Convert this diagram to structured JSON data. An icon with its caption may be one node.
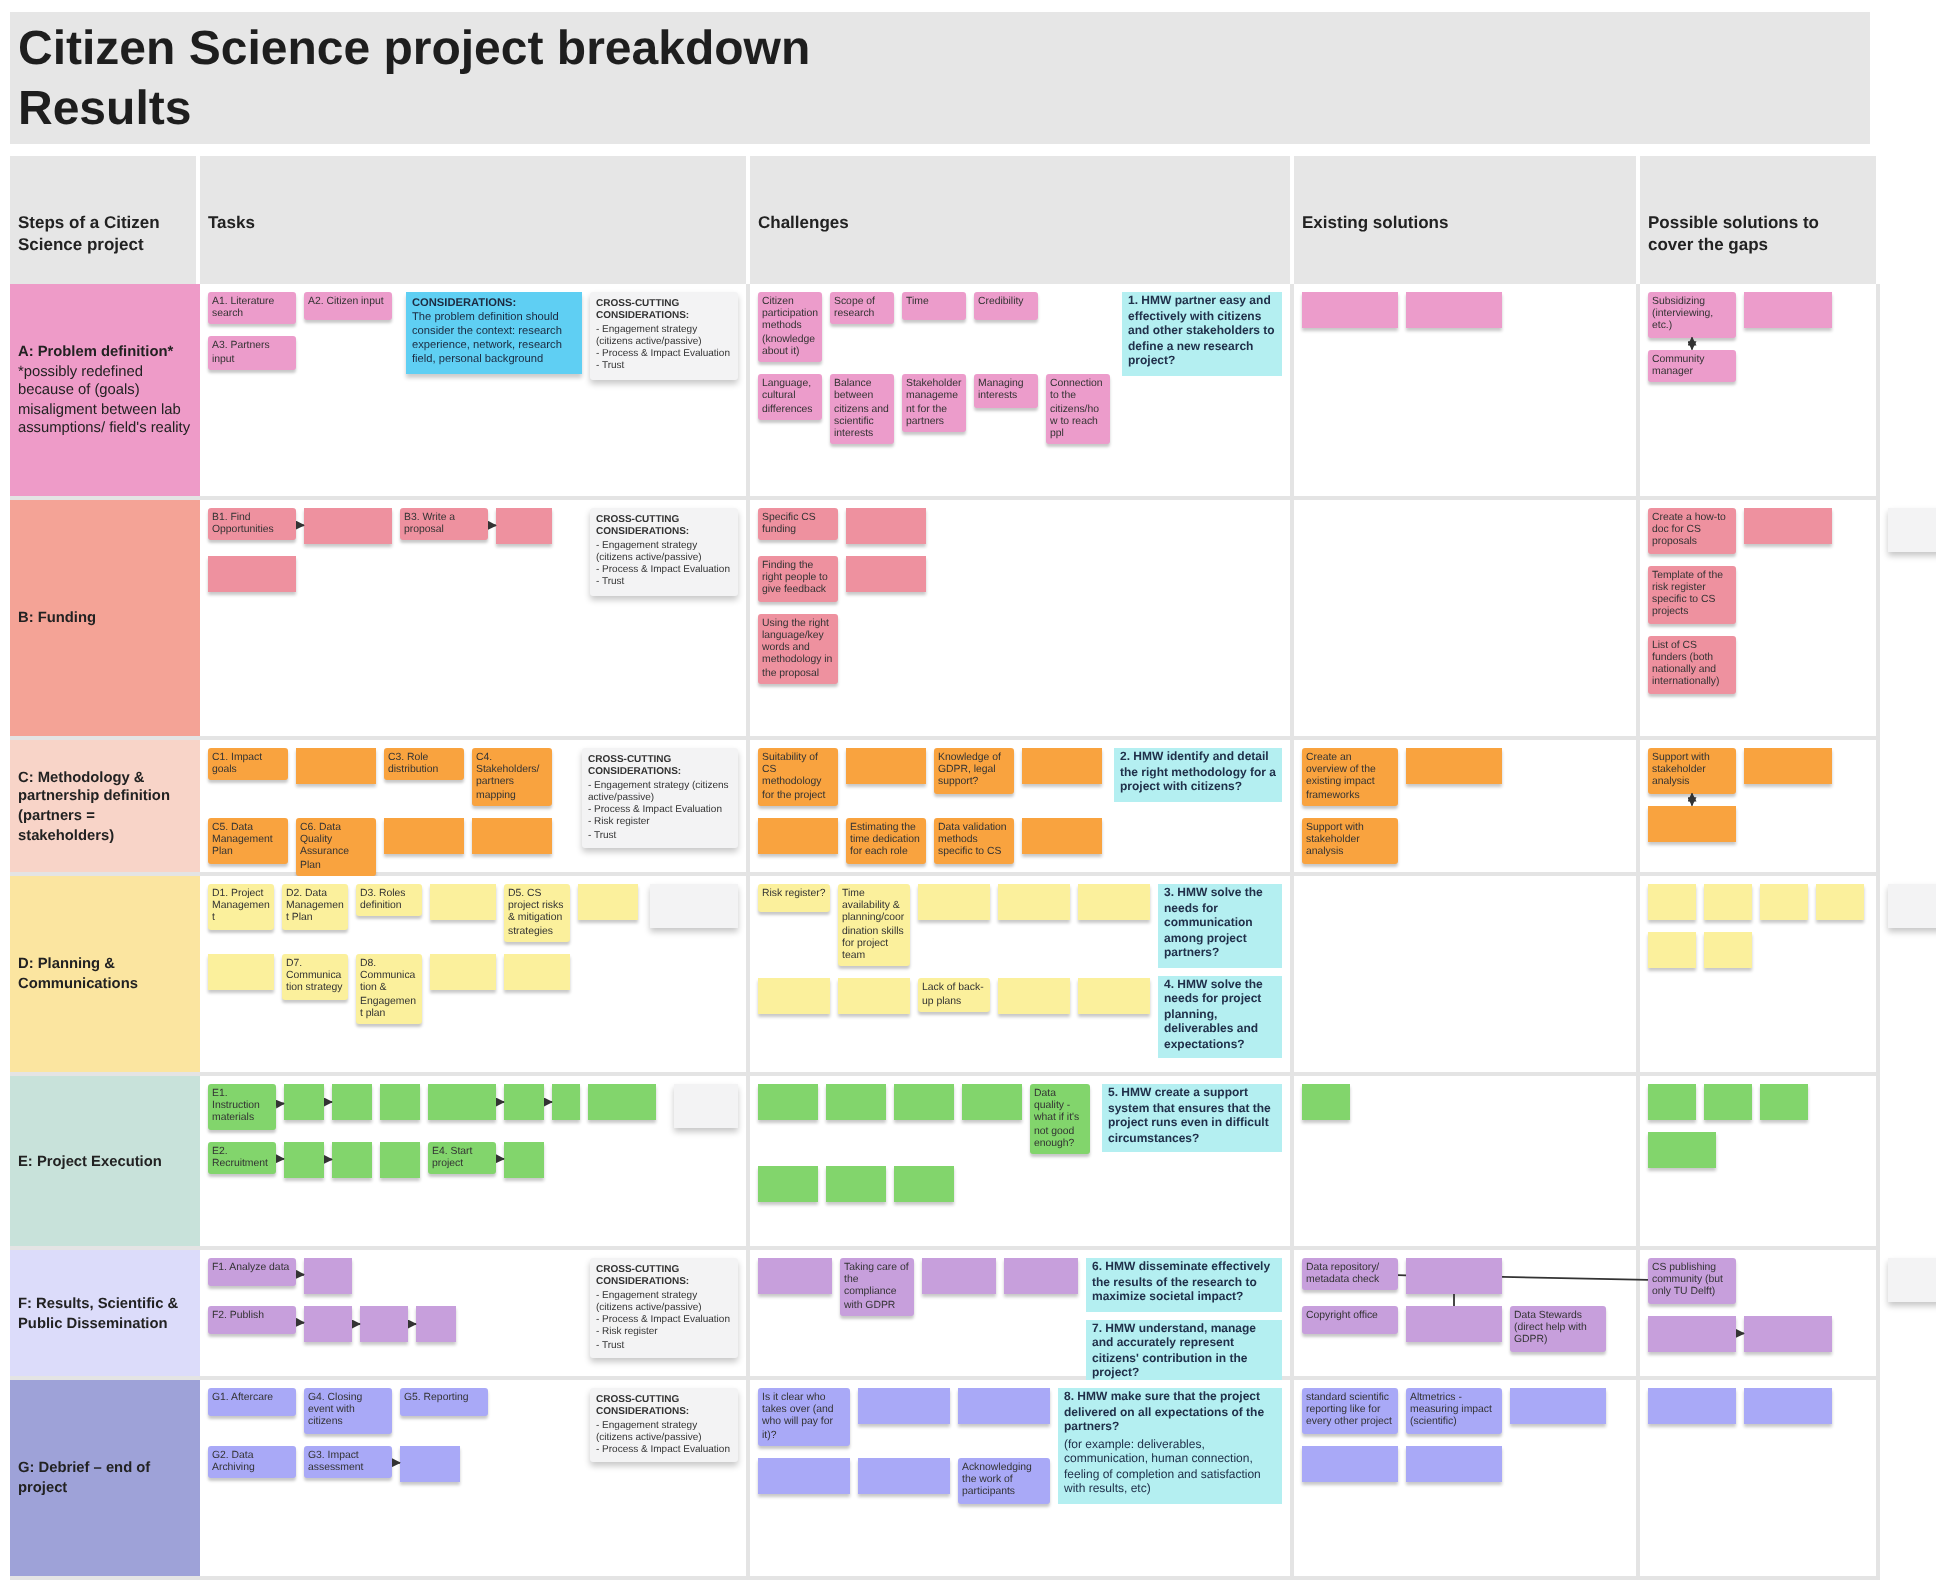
{
  "diagram": {
    "title": "Citizen Science project breakdown Results",
    "nodes": [
      {
        "text": [
          "A: Problem definition*",
          "*possibly redefined because of (goals) misaligment between lab assumptions/ field's reality"
        ]
      },
      {
        "text": [
          "A1. Literature search"
        ]
      },
      {
        "text": [
          "A2. Citizen input"
        ]
      },
      {
        "text": [
          "A3. Partners input"
        ]
      },
      {
        "text": [
          "CONSIDERATIONS:",
          "The problem definition should consider the context: research experience, network, research field, personal background"
        ]
      },
      {
        "text": [
          "CROSS-CUTTING CONSIDERATIONS:",
          "- Engagement strategy (citizens active/passive)",
          "- Process & Impact Evaluation",
          "- Trust"
        ]
      },
      {
        "text": [
          "Citizen participation methods (knowledge about it)"
        ]
      },
      {
        "text": [
          "Scope of research"
        ]
      },
      {
        "text": [
          "Time"
        ]
      },
      {
        "text": [
          "Credibility"
        ]
      },
      {
        "text": [
          "Language, cultural differences"
        ]
      },
      {
        "text": [
          "Balance between citizens and scientific interests"
        ]
      },
      {
        "text": [
          "Stakeholder management for the partners"
        ]
      },
      {
        "text": [
          "Managing interests"
        ]
      },
      {
        "text": [
          "Connection to the citizens/how to reach ppl"
        ]
      },
      {
        "text": [
          "1. HMW partner easy and effectively with citizens and other stakeholders to define a new research project?"
        ]
      },
      {
        "text": [],
        "shape": "box"
      },
      {
        "text": [],
        "shape": "box"
      },
      {
        "text": [
          "Subsidizing (interviewing, etc.)"
        ]
      },
      {
        "text": [],
        "shape": "box"
      },
      {
        "text": [
          "Community manager"
        ]
      },
      {
        "text": [
          "B: Funding"
        ]
      },
      {
        "text": [
          "B1. Find Opportunities"
        ]
      },
      {
        "text": [],
        "shape": "box"
      },
      {
        "text": [
          "B3. Write a proposal"
        ]
      },
      {
        "text": [],
        "shape": "box"
      },
      {
        "text": [],
        "shape": "box"
      },
      {
        "text": [
          "CROSS-CUTTING CONSIDERATIONS:",
          "- Engagement strategy (citizens active/passive)",
          "- Process & Impact Evaluation",
          "- Trust"
        ]
      },
      {
        "text": [
          "Specific CS funding"
        ]
      },
      {
        "text": [],
        "shape": "box"
      },
      {
        "text": [
          "Finding the right people to give feedback"
        ]
      },
      {
        "text": [],
        "shape": "box"
      },
      {
        "text": [
          "Using the right language/key words and methodology in the proposal"
        ]
      },
      {
        "text": [
          "Create a how-to doc for CS proposals"
        ]
      },
      {
        "text": [],
        "shape": "box"
      },
      {
        "text": [
          "Template of the risk register specific to CS projects"
        ]
      },
      {
        "text": [
          "List of CS funders (both nationally and internationally)"
        ]
      },
      {
        "text": [],
        "shape": "box"
      },
      {
        "text": [
          "C: Methodology & partnership definition (partners = stakeholders)"
        ]
      },
      {
        "text": [
          "C1. Impact goals"
        ]
      },
      {
        "text": [],
        "shape": "box"
      },
      {
        "text": [
          "C3. Role distribution"
        ]
      },
      {
        "text": [
          "C4. Stakeholders/ partners mapping"
        ]
      },
      {
        "text": [
          "C5. Data Management Plan"
        ]
      },
      {
        "text": [
          "C6. Data Quality Assurance Plan"
        ]
      },
      {
        "text": [],
        "shape": "box"
      },
      {
        "text": [],
        "shape": "box"
      },
      {
        "text": [
          "CROSS-CUTTING CONSIDERATIONS:",
          "- Engagement strategy (citizens active/passive)",
          "- Process & Impact Evaluation",
          "- Risk register",
          "- Trust"
        ]
      },
      {
        "text": [
          "Suitability of CS methodology for the project"
        ]
      },
      {
        "text": [],
        "shape": "box"
      },
      {
        "text": [
          "Knowledge of GDPR, legal support?"
        ]
      },
      {
        "text": [],
        "shape": "box"
      },
      {
        "text": [],
        "shape": "box"
      },
      {
        "text": [
          "Estimating the time dedication for each role"
        ]
      },
      {
        "text": [
          "Data validation methods specific to CS"
        ]
      },
      {
        "text": [],
        "shape": "box"
      },
      {
        "text": [
          "2. HMW identify and detail the right methodology for a project with citizens?"
        ]
      },
      {
        "text": [
          "Create an overview of the existing impact frameworks"
        ]
      },
      {
        "text": [],
        "shape": "box"
      },
      {
        "text": [
          "Support with stakeholder analysis"
        ]
      },
      {
        "text": [
          "Support with stakeholder analysis"
        ]
      },
      {
        "text": [],
        "shape": "box"
      },
      {
        "text": [],
        "shape": "box"
      },
      {
        "text": [
          "D: Planning & Communications"
        ]
      },
      {
        "text": [
          "D1. Project Management"
        ]
      },
      {
        "text": [
          "D2. Data Management Plan"
        ]
      },
      {
        "text": [
          "D3. Roles definition"
        ]
      },
      {
        "text": [],
        "shape": "box"
      },
      {
        "text": [
          "D5. CS project risks & mitigation strategies"
        ]
      },
      {
        "text": [],
        "shape": "box"
      },
      {
        "text": [],
        "shape": "box"
      },
      {
        "text": [
          "D7. Communication strategy"
        ]
      },
      {
        "text": [
          "D8. Communication & Engagement plan"
        ]
      },
      {
        "text": [],
        "shape": "box"
      },
      {
        "text": [],
        "shape": "box"
      },
      {
        "text": [],
        "shape": "box"
      },
      {
        "text": [
          "Risk register?"
        ]
      },
      {
        "text": [
          "Time availability & planning/coordination skills for project team"
        ]
      },
      {
        "text": [],
        "shape": "box"
      },
      {
        "text": [],
        "shape": "box"
      },
      {
        "text": [],
        "shape": "box"
      },
      {
        "text": [],
        "shape": "box"
      },
      {
        "text": [],
        "shape": "box"
      },
      {
        "text": [
          "Lack of back-up plans"
        ]
      },
      {
        "text": [],
        "shape": "box"
      },
      {
        "text": [],
        "shape": "box"
      },
      {
        "text": [
          "3. HMW solve the needs for communication among project partners?"
        ]
      },
      {
        "text": [
          "4. HMW solve the needs for project planning, deliverables and expectations?"
        ]
      },
      {
        "text": [],
        "shape": "box"
      },
      {
        "text": [],
        "shape": "box"
      },
      {
        "text": [],
        "shape": "box"
      },
      {
        "text": [],
        "shape": "box"
      },
      {
        "text": [],
        "shape": "box"
      },
      {
        "text": [],
        "shape": "box"
      },
      {
        "text": [],
        "shape": "box"
      },
      {
        "text": [
          "E: Project Execution"
        ]
      },
      {
        "text": [
          "E1. Instruction materials"
        ]
      },
      {
        "text": [],
        "shape": "box"
      },
      {
        "text": [],
        "shape": "box"
      },
      {
        "text": [],
        "shape": "box"
      },
      {
        "text": [],
        "shape": "box"
      },
      {
        "text": [],
        "shape": "box"
      },
      {
        "text": [],
        "shape": "box"
      },
      {
        "text": [],
        "shape": "box"
      },
      {
        "text": [
          "E2. Recruitment"
        ]
      },
      {
        "text": [],
        "shape": "box"
      },
      {
        "text": [],
        "shape": "box"
      },
      {
        "text": [],
        "shape": "box"
      },
      {
        "text": [
          "E4. Start project"
        ]
      },
      {
        "text": [],
        "shape": "box"
      },
      {
        "text": [],
        "shape": "box"
      },
      {
        "text": [],
        "shape": "box"
      },
      {
        "text": [],
        "shape": "box"
      },
      {
        "text": [],
        "shape": "box"
      },
      {
        "text": [],
        "shape": "box"
      },
      {
        "text": [
          "Data quality - what if it's not good enough?"
        ]
      },
      {
        "text": [],
        "shape": "box"
      },
      {
        "text": [],
        "shape": "box"
      },
      {
        "text": [],
        "shape": "box"
      },
      {
        "text": [
          "5. HMW create a support system that ensures that the project runs even in difficult circumstances?"
        ]
      },
      {
        "text": [],
        "shape": "box"
      },
      {
        "text": [],
        "shape": "box"
      },
      {
        "text": [],
        "shape": "box"
      },
      {
        "text": [],
        "shape": "box"
      },
      {
        "text": [],
        "shape": "box"
      },
      {
        "text": [
          "F: Results, Scientific & Public Dissemination"
        ]
      },
      {
        "text": [
          "F1. Analyze data"
        ]
      },
      {
        "text": [],
        "shape": "box"
      },
      {
        "text": [
          "F2. Publish"
        ]
      },
      {
        "text": [],
        "shape": "box"
      },
      {
        "text": [],
        "shape": "box"
      },
      {
        "text": [],
        "shape": "box"
      },
      {
        "text": [
          "CROSS-CUTTING CONSIDERATIONS:",
          "- Engagement strategy (citizens active/passive)",
          "- Process & Impact Evaluation",
          "- Risk register",
          "- Trust"
        ]
      },
      {
        "text": [],
        "shape": "box"
      },
      {
        "text": [
          "Taking care of the compliance with GDPR"
        ]
      },
      {
        "text": [],
        "shape": "box"
      },
      {
        "text": [],
        "shape": "box"
      },
      {
        "text": [
          "6. HMW disseminate effectively the results of the research to maximize societal impact?"
        ]
      },
      {
        "text": [
          "7. HMW understand, manage and accurately represent citizens' contribution in the project?"
        ]
      },
      {
        "text": [
          "Data repository/ metadata check"
        ]
      },
      {
        "text": [],
        "shape": "box"
      },
      {
        "text": [
          "Copyright office"
        ]
      },
      {
        "text": [],
        "shape": "box"
      },
      {
        "text": [
          "Data Stewards (direct help with GDPR)"
        ]
      },
      {
        "text": [
          "CS publishing community (but only TU Delft)"
        ]
      },
      {
        "text": [],
        "shape": "box"
      },
      {
        "text": [],
        "shape": "box"
      },
      {
        "text": [],
        "shape": "box"
      },
      {
        "text": [
          "G: Debrief – end of project"
        ]
      },
      {
        "text": [
          "G1. Aftercare"
        ]
      },
      {
        "text": [
          "G4. Closing event with citizens"
        ]
      },
      {
        "text": [
          "G5. Reporting"
        ]
      },
      {
        "text": [
          "G2. Data Archiving"
        ]
      },
      {
        "text": [
          "G3. Impact assessment"
        ]
      },
      {
        "text": [],
        "shape": "box"
      },
      {
        "text": [
          "CROSS-CUTTING CONSIDERATIONS:",
          "- Engagement strategy (citizens active/passive)",
          "- Process & Impact Evaluation"
        ]
      },
      {
        "text": [
          "Is it clear who takes over (and who will pay for it)?"
        ]
      },
      {
        "text": [],
        "shape": "box"
      },
      {
        "text": [],
        "shape": "box"
      },
      {
        "text": [],
        "shape": "box"
      },
      {
        "text": [],
        "shape": "box"
      },
      {
        "text": [
          "Acknowledging the work of participants"
        ]
      },
      {
        "text": [
          "8. HMW make sure that the project delivered on all expectations of the partners?",
          "(for example: deliverables, communication, human connection, feeling of completion and satisfaction with results, etc)"
        ]
      },
      {
        "text": [
          "standard scientific reporting like for every other project"
        ]
      },
      {
        "text": [
          "Altmetrics - measuring impact (scientific)"
        ]
      },
      {
        "text": [],
        "shape": "box"
      },
      {
        "text": [],
        "shape": "box"
      },
      {
        "text": [],
        "shape": "box"
      },
      {
        "text": [],
        "shape": "box"
      },
      {
        "text": [],
        "shape": "box"
      }
    ],
    "edges": [
      {
        "from": 18,
        "to": 20,
        "arrow": "both"
      },
      {
        "from": 22,
        "to": 23,
        "arrow": "to"
      },
      {
        "from": 24,
        "to": 25,
        "arrow": "to"
      },
      {
        "from": 60,
        "to": 62,
        "arrow": "both"
      },
      {
        "from": 96,
        "to": 97,
        "arrow": "to"
      },
      {
        "from": 97,
        "to": 98,
        "arrow": "to"
      },
      {
        "from": 100,
        "to": 101,
        "arrow": "to"
      },
      {
        "from": 101,
        "to": 102,
        "arrow": "to"
      },
      {
        "from": 104,
        "to": 105,
        "arrow": "to"
      },
      {
        "from": 105,
        "to": 106,
        "arrow": "to"
      },
      {
        "from": 108,
        "to": 109,
        "arrow": "to"
      },
      {
        "from": 126,
        "to": 127,
        "arrow": "to"
      },
      {
        "from": 128,
        "to": 129,
        "arrow": "to"
      },
      {
        "from": 129,
        "to": 130,
        "arrow": "to"
      },
      {
        "from": 130,
        "to": 131,
        "arrow": "to"
      },
      {
        "from": 139,
        "to": 140,
        "arrow": "none"
      },
      {
        "from": 140,
        "to": 142,
        "arrow": "none"
      },
      {
        "from": 140,
        "to": 144,
        "arrow": "none"
      },
      {
        "from": 145,
        "to": 146,
        "arrow": "to"
      },
      {
        "from": 153,
        "to": 154,
        "arrow": "to"
      }
    ],
    "labels": [
      "Steps of a Citizen Science project",
      "Tasks",
      "Challenges",
      "Existing solutions",
      "Possible solutions to cover the gaps"
    ]
  }
}
